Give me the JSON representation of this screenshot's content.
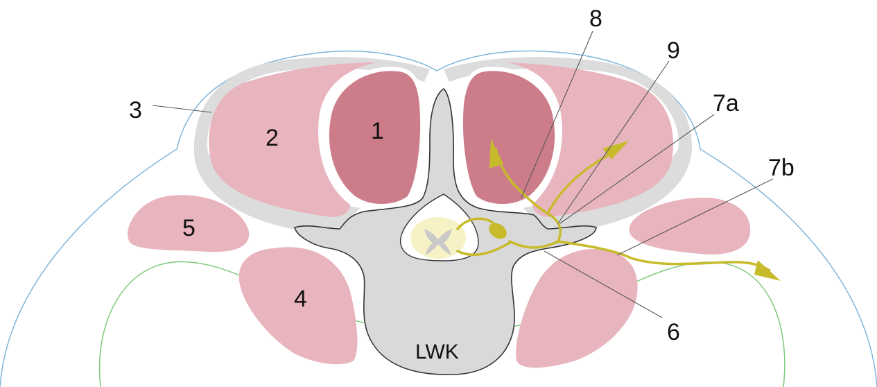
{
  "labels": {
    "l1": "1",
    "l2": "2",
    "l3": "3",
    "l4": "4",
    "l5": "5",
    "l6": "6",
    "l7a": "7a",
    "l7b": "7b",
    "l8": "8",
    "l9": "9",
    "lwk": "LWK"
  },
  "colors": {
    "skin_outline": "#7fb6d8",
    "fascia_outline": "#7ec97e",
    "muscle_light": "#e8b4bd",
    "muscle_dark": "#cd7d89",
    "fascia_sheath": "#dcdcdc",
    "bone": "#d9d9d9",
    "spinal_cord": "#f6f2c6",
    "nerve": "#c7bb2c"
  }
}
